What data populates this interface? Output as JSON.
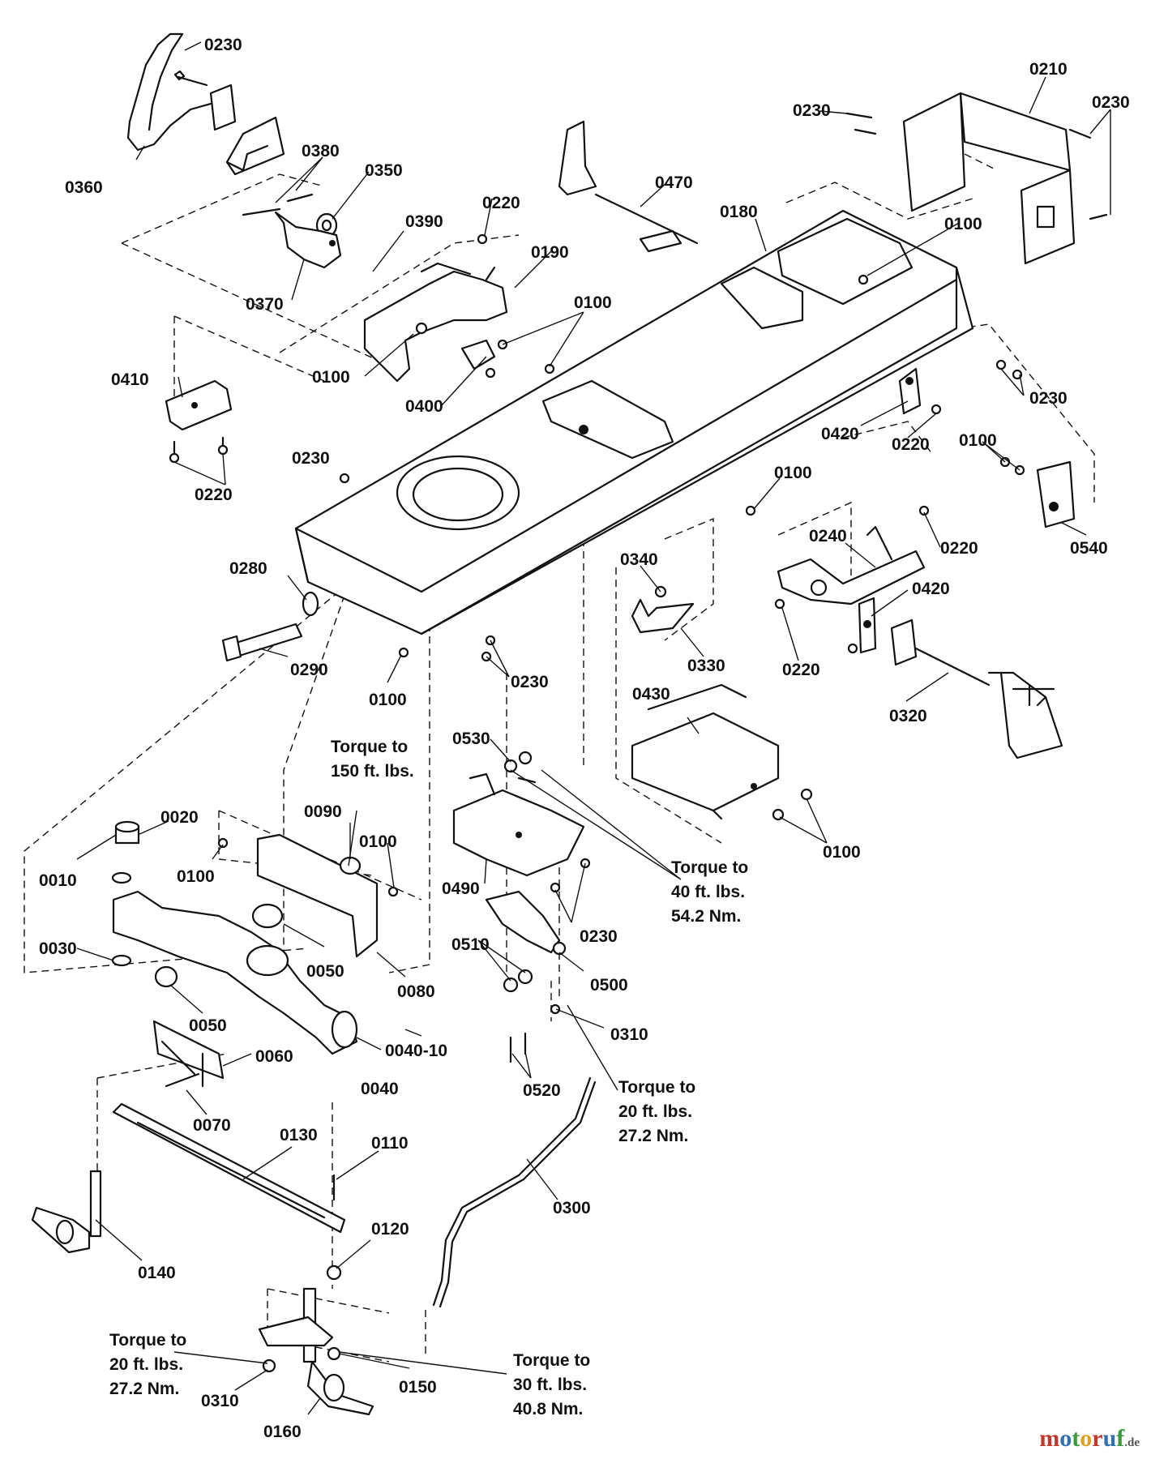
{
  "labels": {
    "p0230_a": "0230",
    "p0360": "0360",
    "p0380": "0380",
    "p0350": "0350",
    "p0370": "0370",
    "p0390": "0390",
    "p0220_a": "0220",
    "p0190": "0190",
    "p0100_a": "0100",
    "p0100_b": "0100",
    "p0400": "0400",
    "p0410": "0410",
    "p0220_b": "0220",
    "p0470": "0470",
    "p0180": "0180",
    "p0100_c": "0100",
    "p0210": "0210",
    "p0230_b": "0230",
    "p0230_c": "0230",
    "p0230_d": "0230",
    "p0420_a": "0420",
    "p0220_c": "0220",
    "p0100_d": "0100",
    "p0540": "0540",
    "p0230_e": "0230",
    "p0100_e": "0100",
    "p0240": "0240",
    "p0220_d": "0220",
    "p0420_b": "0420",
    "p0220_e": "0220",
    "p0280": "0280",
    "p0290": "0290",
    "p0100_f": "0100",
    "p0230_f": "0230",
    "p0340": "0340",
    "p0330": "0330",
    "p0320": "0320",
    "p0430": "0430",
    "p0100_g": "0100",
    "p0530": "0530",
    "p0490": "0490",
    "p0230_g": "0230",
    "p0500": "0500",
    "p0510": "0510",
    "p0310_a": "0310",
    "p0520": "0520",
    "p0300": "0300",
    "p0010": "0010",
    "p0020": "0020",
    "p0030": "0030",
    "p0100_h": "0100",
    "p0090": "0090",
    "p0100_i": "0100",
    "p0050_a": "0050",
    "p0080": "0080",
    "p0050_b": "0050",
    "p0040": "0040",
    "p0040_10": "0040-10",
    "p0060": "0060",
    "p0070": "0070",
    "p0130": "0130",
    "p0110": "0110",
    "p0120": "0120",
    "p0140": "0140",
    "p0310_b": "0310",
    "p0150": "0150",
    "p0160": "0160"
  },
  "torque_notes": {
    "t150": [
      "Torque to",
      "150 ft. lbs."
    ],
    "t40": [
      "Torque to",
      "40 ft. lbs.",
      "54.2 Nm."
    ],
    "t20_a": [
      "Torque to",
      "20 ft. lbs.",
      "27.2 Nm."
    ],
    "t20_b": [
      "Torque to",
      "20 ft. lbs.",
      "27.2 Nm."
    ],
    "t30": [
      "Torque to",
      "30 ft. lbs.",
      "40.8 Nm."
    ]
  },
  "watermark": {
    "m": "m",
    "o1": "o",
    "t": "t",
    "o2": "o",
    "r": "r",
    "u": "u",
    "f": "f",
    "tld": ".de",
    "colors": {
      "m": "#c0392b",
      "o1": "#2f6fb3",
      "t": "#3a9a3a",
      "o2": "#e0a020",
      "r": "#c0392b",
      "u": "#2f6fb3",
      "f": "#3a9a3a",
      "tld": "#555555"
    }
  }
}
